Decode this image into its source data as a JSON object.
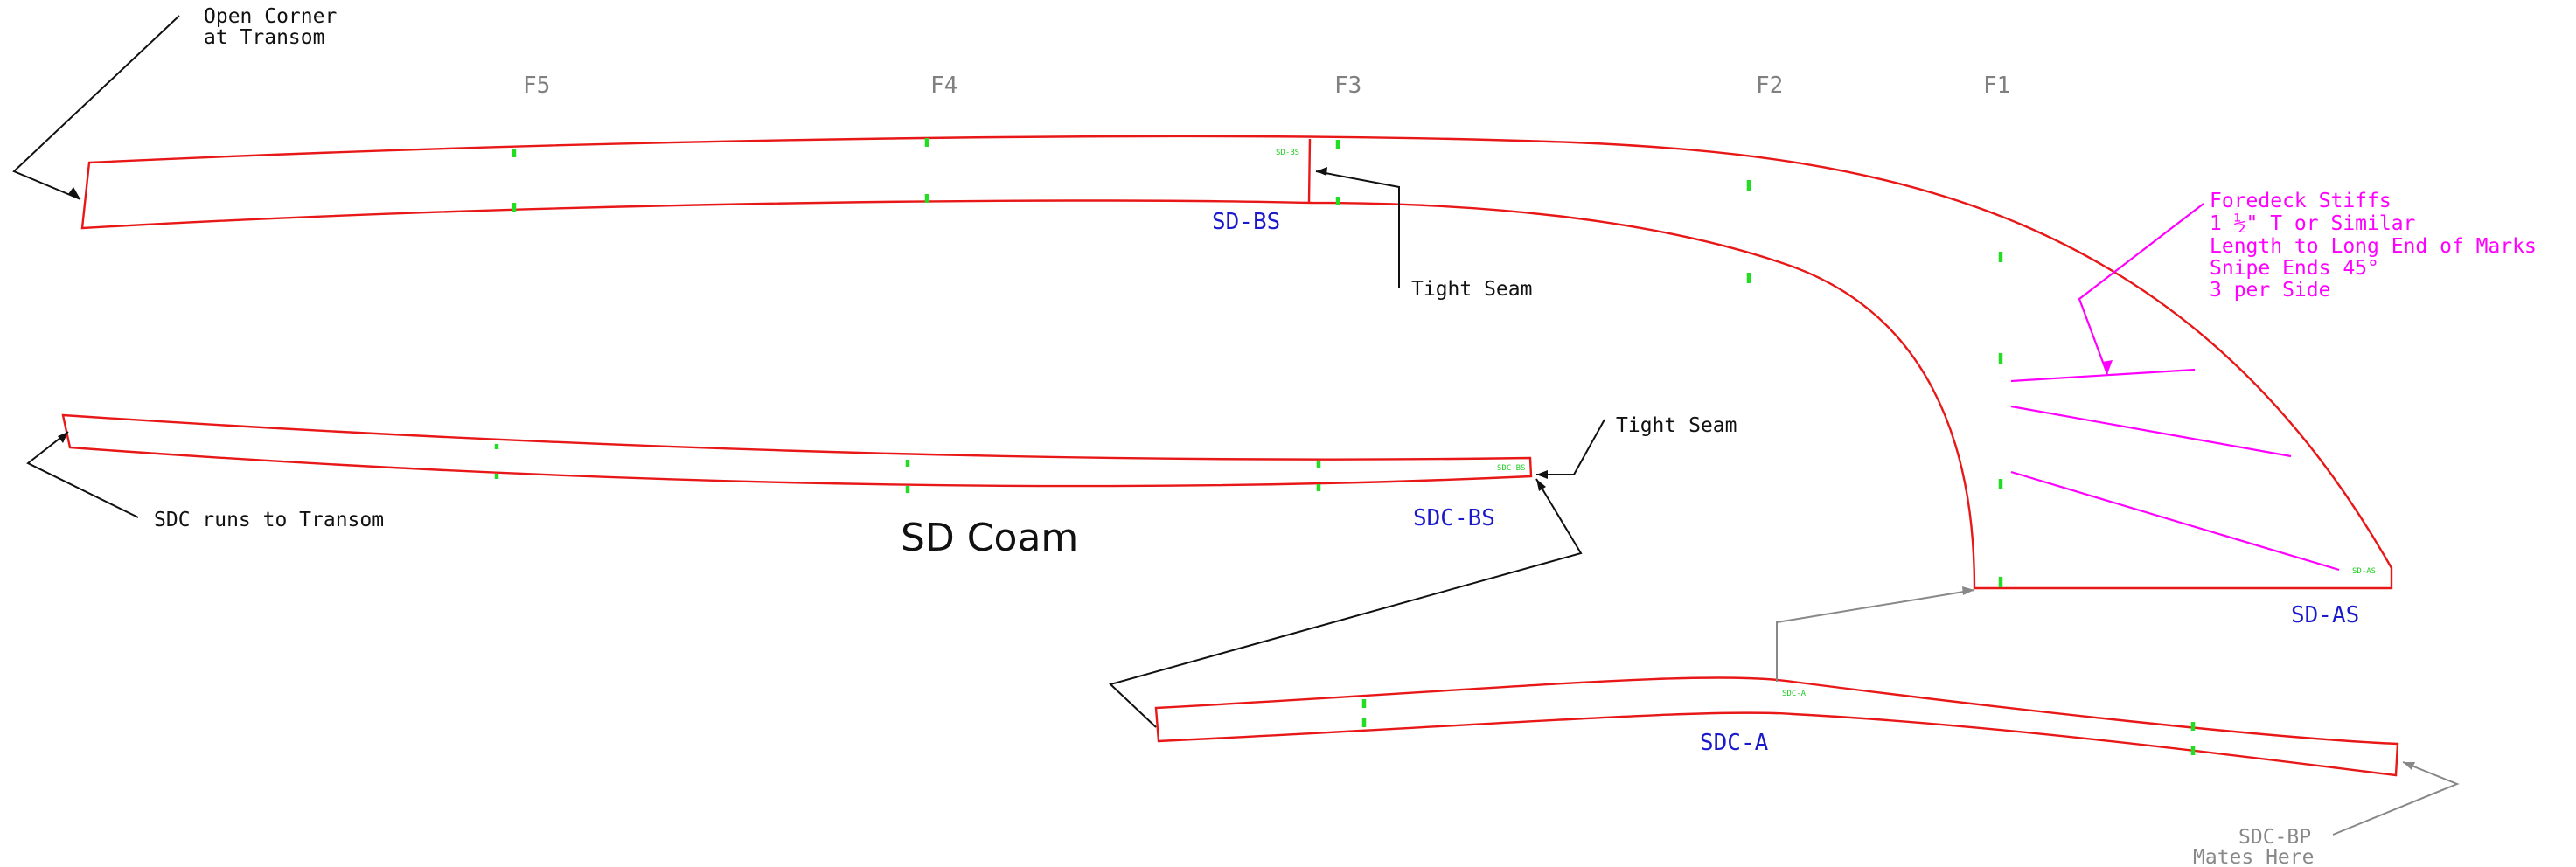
{
  "frames": [
    "F5",
    "F4",
    "F3",
    "F2",
    "F1"
  ],
  "parts": {
    "sd_bs": "SD-BS",
    "sd_as": "SD-AS",
    "sdc_bs": "SDC-BS",
    "sdc_a": "SDC-A"
  },
  "small_labels": {
    "sd_bs": "SD-BS",
    "sdc_bs": "SDC-BS",
    "sd_as": "SD-AS",
    "sdc_a": "SDC-A"
  },
  "title": "SD Coam",
  "notes": {
    "open_corner": [
      "Open Corner",
      "at Transom"
    ],
    "tight_seam_1": "Tight Seam",
    "tight_seam_2": "Tight Seam",
    "sdc_runs": "SDC runs to Transom",
    "sdc_bp": [
      "SDC-BP",
      "Mates Here"
    ],
    "foredeck": [
      "Foredeck Stiffs",
      "1 ½\" T or Similar",
      "Length to Long End of Marks",
      "Snipe Ends 45°",
      "3 per Side"
    ]
  },
  "colors": {
    "outline": "#e81818",
    "marks": "#22dd22",
    "part_labels": "#1a1acc",
    "stiffeners": "#ff00ff",
    "leaders": "#111111",
    "leaders_grey": "#888888",
    "frame_labels": "#808080"
  }
}
